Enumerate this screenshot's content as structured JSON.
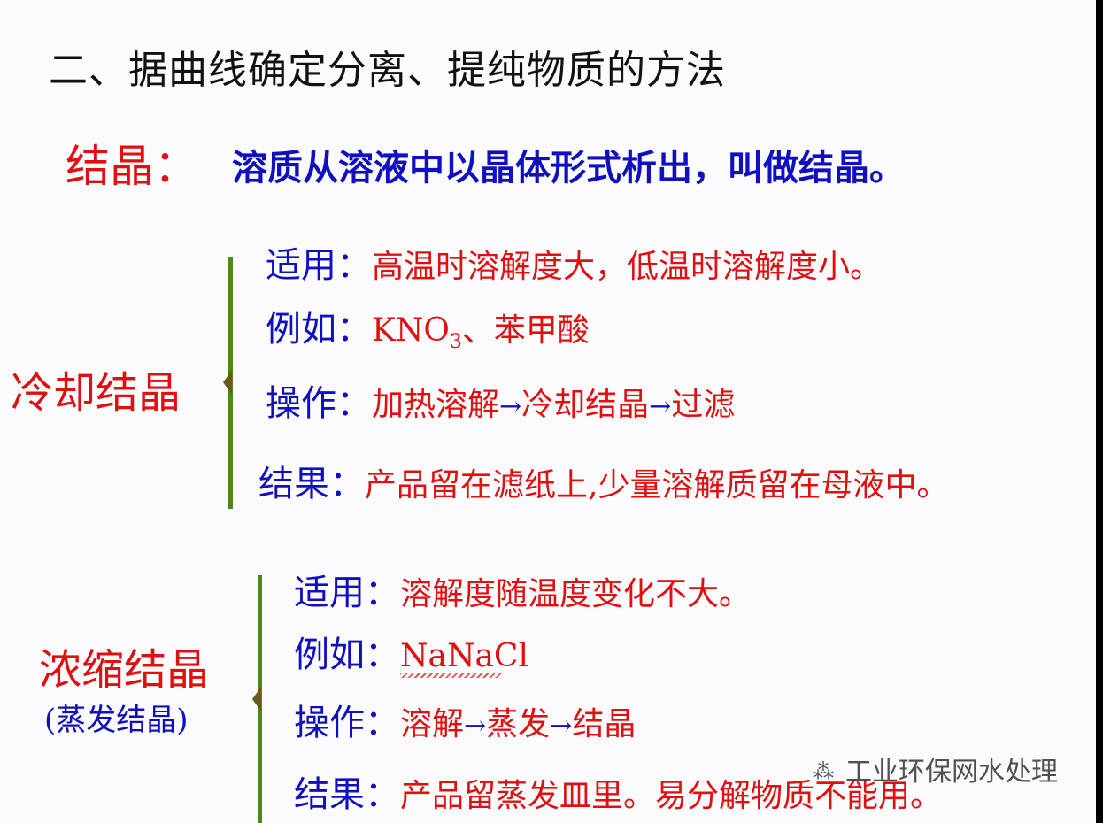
{
  "title": "二、据曲线确定分离、提纯物质的方法",
  "definition": {
    "term": "结晶：",
    "text": "溶质从溶液中以晶体形式析出，叫做结晶。"
  },
  "sections": [
    {
      "label": "冷却结晶",
      "sublabel": "",
      "rows": [
        {
          "key": "适用：",
          "value": "高温时溶解度大，低温时溶解度小。"
        },
        {
          "key": "例如：",
          "value_main": "KNO",
          "value_sub": "3",
          "value_tail": "、苯甲酸"
        },
        {
          "key": "操作：",
          "steps": [
            "加热溶解",
            "冷却结晶",
            "过滤"
          ]
        },
        {
          "key": "结果：",
          "value": "产品留在滤纸上,少量溶解质留在母液中。"
        }
      ]
    },
    {
      "label": "浓缩结晶",
      "sublabel": "(蒸发结晶)",
      "rows": [
        {
          "key": "适用：",
          "value": "溶解度随温度变化不大。"
        },
        {
          "key": "例如：",
          "value": "NaNaCl"
        },
        {
          "key": "操作：",
          "steps": [
            "溶解",
            "蒸发",
            "结晶"
          ]
        },
        {
          "key": "结果：",
          "value": "产品留蒸发皿里。易分解物质不能用。"
        }
      ]
    }
  ],
  "arrow_glyph": "→",
  "watermark": {
    "icon": "wechat-icon",
    "text": "工业环保网水处理"
  },
  "colors": {
    "red": "#e01010",
    "blue": "#1010c0",
    "title": "#111111"
  }
}
